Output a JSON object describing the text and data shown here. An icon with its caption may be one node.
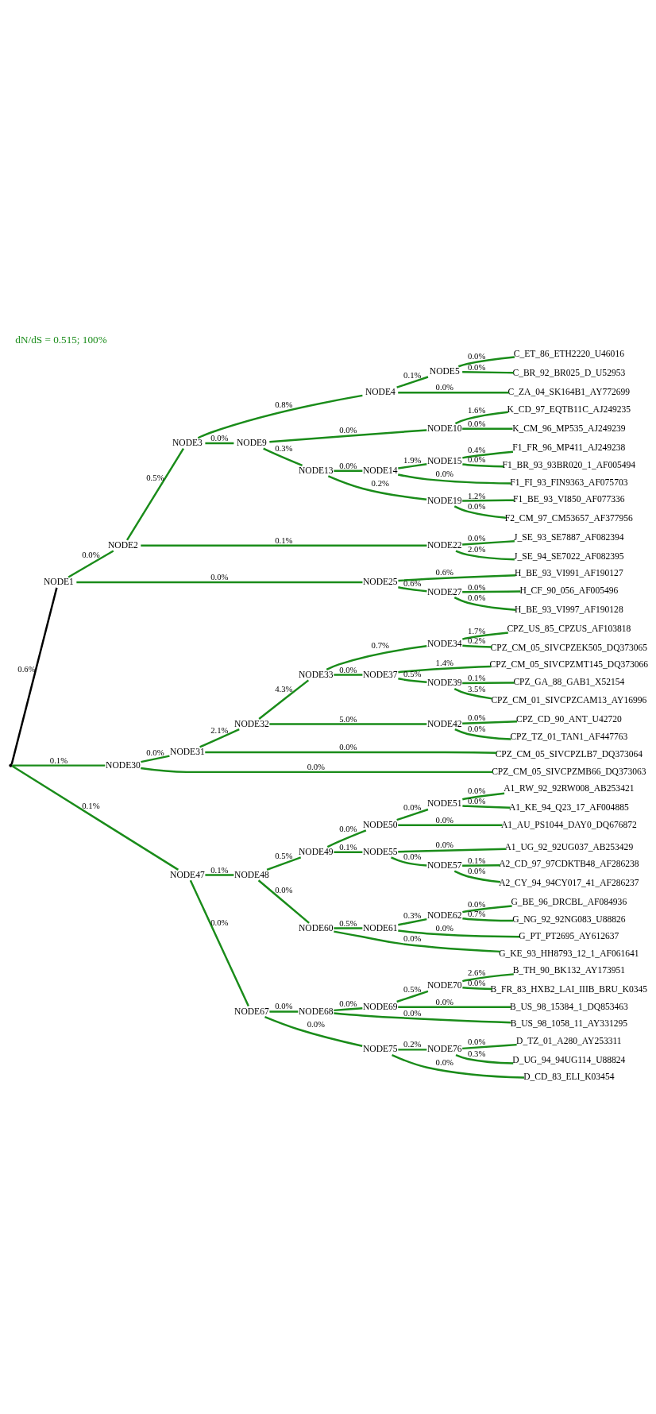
{
  "diagram": {
    "title": "dN/dS = 0.515; 100%",
    "nodes": [
      {
        "text": [],
        "shape": "point"
      },
      {
        "text": [
          "NODE1"
        ]
      },
      {
        "text": [
          "NODE2"
        ]
      },
      {
        "text": [
          "NODE3"
        ]
      },
      {
        "text": [
          "NODE4"
        ]
      },
      {
        "text": [
          "NODE5"
        ]
      },
      {
        "text": [
          "C_ET_86_ETH2220_U46016"
        ]
      },
      {
        "text": [
          "C_BR_92_BR025_D_U52953"
        ]
      },
      {
        "text": [
          "C_ZA_04_SK164B1_AY772699"
        ]
      },
      {
        "text": [
          "NODE9"
        ]
      },
      {
        "text": [
          "NODE10"
        ]
      },
      {
        "text": [
          "K_CD_97_EQTB11C_AJ249235"
        ]
      },
      {
        "text": [
          "K_CM_96_MP535_AJ249239"
        ]
      },
      {
        "text": [
          "NODE13"
        ]
      },
      {
        "text": [
          "NODE14"
        ]
      },
      {
        "text": [
          "NODE15"
        ]
      },
      {
        "text": [
          "F1_FR_96_MP411_AJ249238"
        ]
      },
      {
        "text": [
          "F1_BR_93_93BR020_1_AF005494"
        ]
      },
      {
        "text": [
          "F1_FI_93_FIN9363_AF075703"
        ]
      },
      {
        "text": [
          "NODE19"
        ]
      },
      {
        "text": [
          "F1_BE_93_VI850_AF077336"
        ]
      },
      {
        "text": [
          "F2_CM_97_CM53657_AF377956"
        ]
      },
      {
        "text": [
          "NODE22"
        ]
      },
      {
        "text": [
          "J_SE_93_SE7887_AF082394"
        ]
      },
      {
        "text": [
          "J_SE_94_SE7022_AF082395"
        ]
      },
      {
        "text": [
          "NODE25"
        ]
      },
      {
        "text": [
          "H_BE_93_VI991_AF190127"
        ]
      },
      {
        "text": [
          "NODE27"
        ]
      },
      {
        "text": [
          "H_CF_90_056_AF005496"
        ]
      },
      {
        "text": [
          "H_BE_93_VI997_AF190128"
        ]
      },
      {
        "text": [
          "NODE30"
        ]
      },
      {
        "text": [
          "NODE31"
        ]
      },
      {
        "text": [
          "NODE32"
        ]
      },
      {
        "text": [
          "NODE33"
        ]
      },
      {
        "text": [
          "NODE34"
        ]
      },
      {
        "text": [
          "CPZ_US_85_CPZUS_AF103818"
        ]
      },
      {
        "text": [
          "CPZ_CM_05_SIVCPZEK505_DQ373065"
        ]
      },
      {
        "text": [
          "NODE37"
        ]
      },
      {
        "text": [
          "CPZ_CM_05_SIVCPZMT145_DQ373066"
        ]
      },
      {
        "text": [
          "NODE39"
        ]
      },
      {
        "text": [
          "CPZ_GA_88_GAB1_X52154"
        ]
      },
      {
        "text": [
          "CPZ_CM_01_SIVCPZCAM13_AY16996"
        ]
      },
      {
        "text": [
          "NODE42"
        ]
      },
      {
        "text": [
          "CPZ_CD_90_ANT_U42720"
        ]
      },
      {
        "text": [
          "CPZ_TZ_01_TAN1_AF447763"
        ]
      },
      {
        "text": [
          "CPZ_CM_05_SIVCPZLB7_DQ373064"
        ]
      },
      {
        "text": [
          "CPZ_CM_05_SIVCPZMB66_DQ373063"
        ]
      },
      {
        "text": [
          "NODE47"
        ]
      },
      {
        "text": [
          "NODE48"
        ]
      },
      {
        "text": [
          "NODE49"
        ]
      },
      {
        "text": [
          "NODE50"
        ]
      },
      {
        "text": [
          "NODE51"
        ]
      },
      {
        "text": [
          "A1_RW_92_92RW008_AB253421"
        ]
      },
      {
        "text": [
          "A1_KE_94_Q23_17_AF004885"
        ]
      },
      {
        "text": [
          "A1_AU_PS1044_DAY0_DQ676872"
        ]
      },
      {
        "text": [
          "NODE55"
        ]
      },
      {
        "text": [
          "A1_UG_92_92UG037_AB253429"
        ]
      },
      {
        "text": [
          "NODE57"
        ]
      },
      {
        "text": [
          "A2_CD_97_97CDKTB48_AF286238"
        ]
      },
      {
        "text": [
          "A2_CY_94_94CY017_41_AF286237"
        ]
      },
      {
        "text": [
          "NODE60"
        ]
      },
      {
        "text": [
          "NODE61"
        ]
      },
      {
        "text": [
          "NODE62"
        ]
      },
      {
        "text": [
          "G_BE_96_DRCBL_AF084936"
        ]
      },
      {
        "text": [
          "G_NG_92_92NG083_U88826"
        ]
      },
      {
        "text": [
          "G_PT_PT2695_AY612637"
        ]
      },
      {
        "text": [
          "G_KE_93_HH8793_12_1_AF061641"
        ]
      },
      {
        "text": [
          "NODE67"
        ]
      },
      {
        "text": [
          "NODE68"
        ]
      },
      {
        "text": [
          "NODE69"
        ]
      },
      {
        "text": [
          "NODE70"
        ]
      },
      {
        "text": [
          "B_TH_90_BK132_AY173951"
        ]
      },
      {
        "text": [
          "B_FR_83_HXB2_LAI_IIIB_BRU_K0345"
        ]
      },
      {
        "text": [
          "B_US_98_15384_1_DQ853463"
        ]
      },
      {
        "text": [
          "B_US_98_1058_11_AY331295"
        ]
      },
      {
        "text": [
          "NODE75"
        ]
      },
      {
        "text": [
          "NODE76"
        ]
      },
      {
        "text": [
          "D_TZ_01_A280_AY253311"
        ]
      },
      {
        "text": [
          "D_UG_94_94UG114_U88824"
        ]
      },
      {
        "text": [
          "D_CD_83_ELI_K03454"
        ]
      }
    ],
    "edges": [
      {
        "from": 0,
        "to": 1,
        "arrow": "none",
        "label": "0.6%",
        "color": "#000000"
      },
      {
        "from": 1,
        "to": 2,
        "arrow": "none",
        "label": "0.0%"
      },
      {
        "from": 2,
        "to": 3,
        "arrow": "none",
        "label": "0.5%"
      },
      {
        "from": 3,
        "to": 4,
        "arrow": "none",
        "label": "0.8%"
      },
      {
        "from": 4,
        "to": 5,
        "arrow": "none",
        "label": "0.1%"
      },
      {
        "from": 5,
        "to": 6,
        "arrow": "none",
        "label": "0.0%"
      },
      {
        "from": 5,
        "to": 7,
        "arrow": "none",
        "label": "0.0%"
      },
      {
        "from": 4,
        "to": 8,
        "arrow": "none",
        "label": "0.0%"
      },
      {
        "from": 3,
        "to": 9,
        "arrow": "none",
        "label": "0.0%"
      },
      {
        "from": 9,
        "to": 10,
        "arrow": "none",
        "label": "0.0%"
      },
      {
        "from": 10,
        "to": 11,
        "arrow": "none",
        "label": "1.6%"
      },
      {
        "from": 10,
        "to": 12,
        "arrow": "none",
        "label": "0.0%"
      },
      {
        "from": 9,
        "to": 13,
        "arrow": "none",
        "label": "0.3%"
      },
      {
        "from": 13,
        "to": 14,
        "arrow": "none",
        "label": "0.0%"
      },
      {
        "from": 14,
        "to": 15,
        "arrow": "none",
        "label": "1.9%"
      },
      {
        "from": 15,
        "to": 16,
        "arrow": "none",
        "label": "0.4%"
      },
      {
        "from": 15,
        "to": 17,
        "arrow": "none",
        "label": "0.0%"
      },
      {
        "from": 14,
        "to": 18,
        "arrow": "none",
        "label": "0.0%"
      },
      {
        "from": 13,
        "to": 19,
        "arrow": "none",
        "label": "0.2%"
      },
      {
        "from": 19,
        "to": 20,
        "arrow": "none",
        "label": "1.2%"
      },
      {
        "from": 19,
        "to": 21,
        "arrow": "none",
        "label": "0.0%"
      },
      {
        "from": 2,
        "to": 22,
        "arrow": "none",
        "label": "0.1%"
      },
      {
        "from": 22,
        "to": 23,
        "arrow": "none",
        "label": "0.0%"
      },
      {
        "from": 22,
        "to": 24,
        "arrow": "none",
        "label": "2.0%"
      },
      {
        "from": 1,
        "to": 25,
        "arrow": "none",
        "label": "0.0%"
      },
      {
        "from": 25,
        "to": 26,
        "arrow": "none",
        "label": "0.6%"
      },
      {
        "from": 25,
        "to": 27,
        "arrow": "none",
        "label": "0.6%"
      },
      {
        "from": 27,
        "to": 28,
        "arrow": "none",
        "label": "0.0%"
      },
      {
        "from": 27,
        "to": 29,
        "arrow": "none",
        "label": "0.0%"
      },
      {
        "from": 0,
        "to": 30,
        "arrow": "none",
        "label": "0.1%"
      },
      {
        "from": 30,
        "to": 31,
        "arrow": "none",
        "label": "0.0%"
      },
      {
        "from": 31,
        "to": 32,
        "arrow": "none",
        "label": "2.1%"
      },
      {
        "from": 32,
        "to": 33,
        "arrow": "none",
        "label": "4.3%"
      },
      {
        "from": 33,
        "to": 34,
        "arrow": "none",
        "label": "0.7%"
      },
      {
        "from": 34,
        "to": 35,
        "arrow": "none",
        "label": "1.7%"
      },
      {
        "from": 34,
        "to": 36,
        "arrow": "none",
        "label": "0.2%"
      },
      {
        "from": 33,
        "to": 37,
        "arrow": "none",
        "label": "0.0%"
      },
      {
        "from": 37,
        "to": 38,
        "arrow": "none",
        "label": "1.4%"
      },
      {
        "from": 37,
        "to": 39,
        "arrow": "none",
        "label": "0.5%"
      },
      {
        "from": 39,
        "to": 40,
        "arrow": "none",
        "label": "0.1%"
      },
      {
        "from": 39,
        "to": 41,
        "arrow": "none",
        "label": "3.5%"
      },
      {
        "from": 32,
        "to": 42,
        "arrow": "none",
        "label": "5.0%"
      },
      {
        "from": 42,
        "to": 43,
        "arrow": "none",
        "label": "0.0%"
      },
      {
        "from": 42,
        "to": 44,
        "arrow": "none",
        "label": "0.0%"
      },
      {
        "from": 31,
        "to": 45,
        "arrow": "none",
        "label": "0.0%"
      },
      {
        "from": 30,
        "to": 46,
        "arrow": "none",
        "label": "0.0%"
      },
      {
        "from": 0,
        "to": 47,
        "arrow": "none",
        "label": "0.1%"
      },
      {
        "from": 47,
        "to": 48,
        "arrow": "none",
        "label": "0.1%"
      },
      {
        "from": 48,
        "to": 49,
        "arrow": "none",
        "label": "0.5%"
      },
      {
        "from": 49,
        "to": 50,
        "arrow": "none",
        "label": "0.0%"
      },
      {
        "from": 50,
        "to": 51,
        "arrow": "none",
        "label": "0.0%"
      },
      {
        "from": 51,
        "to": 52,
        "arrow": "none",
        "label": "0.0%"
      },
      {
        "from": 51,
        "to": 53,
        "arrow": "none",
        "label": "0.0%"
      },
      {
        "from": 50,
        "to": 54,
        "arrow": "none",
        "label": "0.0%"
      },
      {
        "from": 49,
        "to": 55,
        "arrow": "none",
        "label": "0.1%"
      },
      {
        "from": 55,
        "to": 56,
        "arrow": "none",
        "label": "0.0%"
      },
      {
        "from": 55,
        "to": 57,
        "arrow": "none",
        "label": "0.0%"
      },
      {
        "from": 57,
        "to": 58,
        "arrow": "none",
        "label": "0.1%"
      },
      {
        "from": 57,
        "to": 59,
        "arrow": "none",
        "label": "0.0%"
      },
      {
        "from": 48,
        "to": 60,
        "arrow": "none",
        "label": "0.0%"
      },
      {
        "from": 60,
        "to": 61,
        "arrow": "none",
        "label": "0.5%"
      },
      {
        "from": 61,
        "to": 62,
        "arrow": "none",
        "label": "0.3%"
      },
      {
        "from": 62,
        "to": 63,
        "arrow": "none",
        "label": "0.0%"
      },
      {
        "from": 62,
        "to": 64,
        "arrow": "none",
        "label": "0.7%"
      },
      {
        "from": 61,
        "to": 65,
        "arrow": "none",
        "label": "0.0%"
      },
      {
        "from": 60,
        "to": 66,
        "arrow": "none",
        "label": "0.0%"
      },
      {
        "from": 47,
        "to": 67,
        "arrow": "none",
        "label": "0.0%"
      },
      {
        "from": 67,
        "to": 68,
        "arrow": "none",
        "label": "0.0%"
      },
      {
        "from": 68,
        "to": 69,
        "arrow": "none",
        "label": "0.0%"
      },
      {
        "from": 69,
        "to": 70,
        "arrow": "none",
        "label": "0.5%"
      },
      {
        "from": 70,
        "to": 71,
        "arrow": "none",
        "label": "2.6%"
      },
      {
        "from": 70,
        "to": 72,
        "arrow": "none",
        "label": "0.0%"
      },
      {
        "from": 69,
        "to": 73,
        "arrow": "none",
        "label": "0.0%"
      },
      {
        "from": 68,
        "to": 74,
        "arrow": "none",
        "label": "0.0%"
      },
      {
        "from": 67,
        "to": 75,
        "arrow": "none",
        "label": "0.0%"
      },
      {
        "from": 75,
        "to": 76,
        "arrow": "none",
        "label": "0.2%"
      },
      {
        "from": 76,
        "to": 77,
        "arrow": "none",
        "label": "0.0%"
      },
      {
        "from": 76,
        "to": 78,
        "arrow": "none",
        "label": "0.3%"
      },
      {
        "from": 75,
        "to": 79,
        "arrow": "none",
        "label": "0.0%"
      }
    ]
  }
}
